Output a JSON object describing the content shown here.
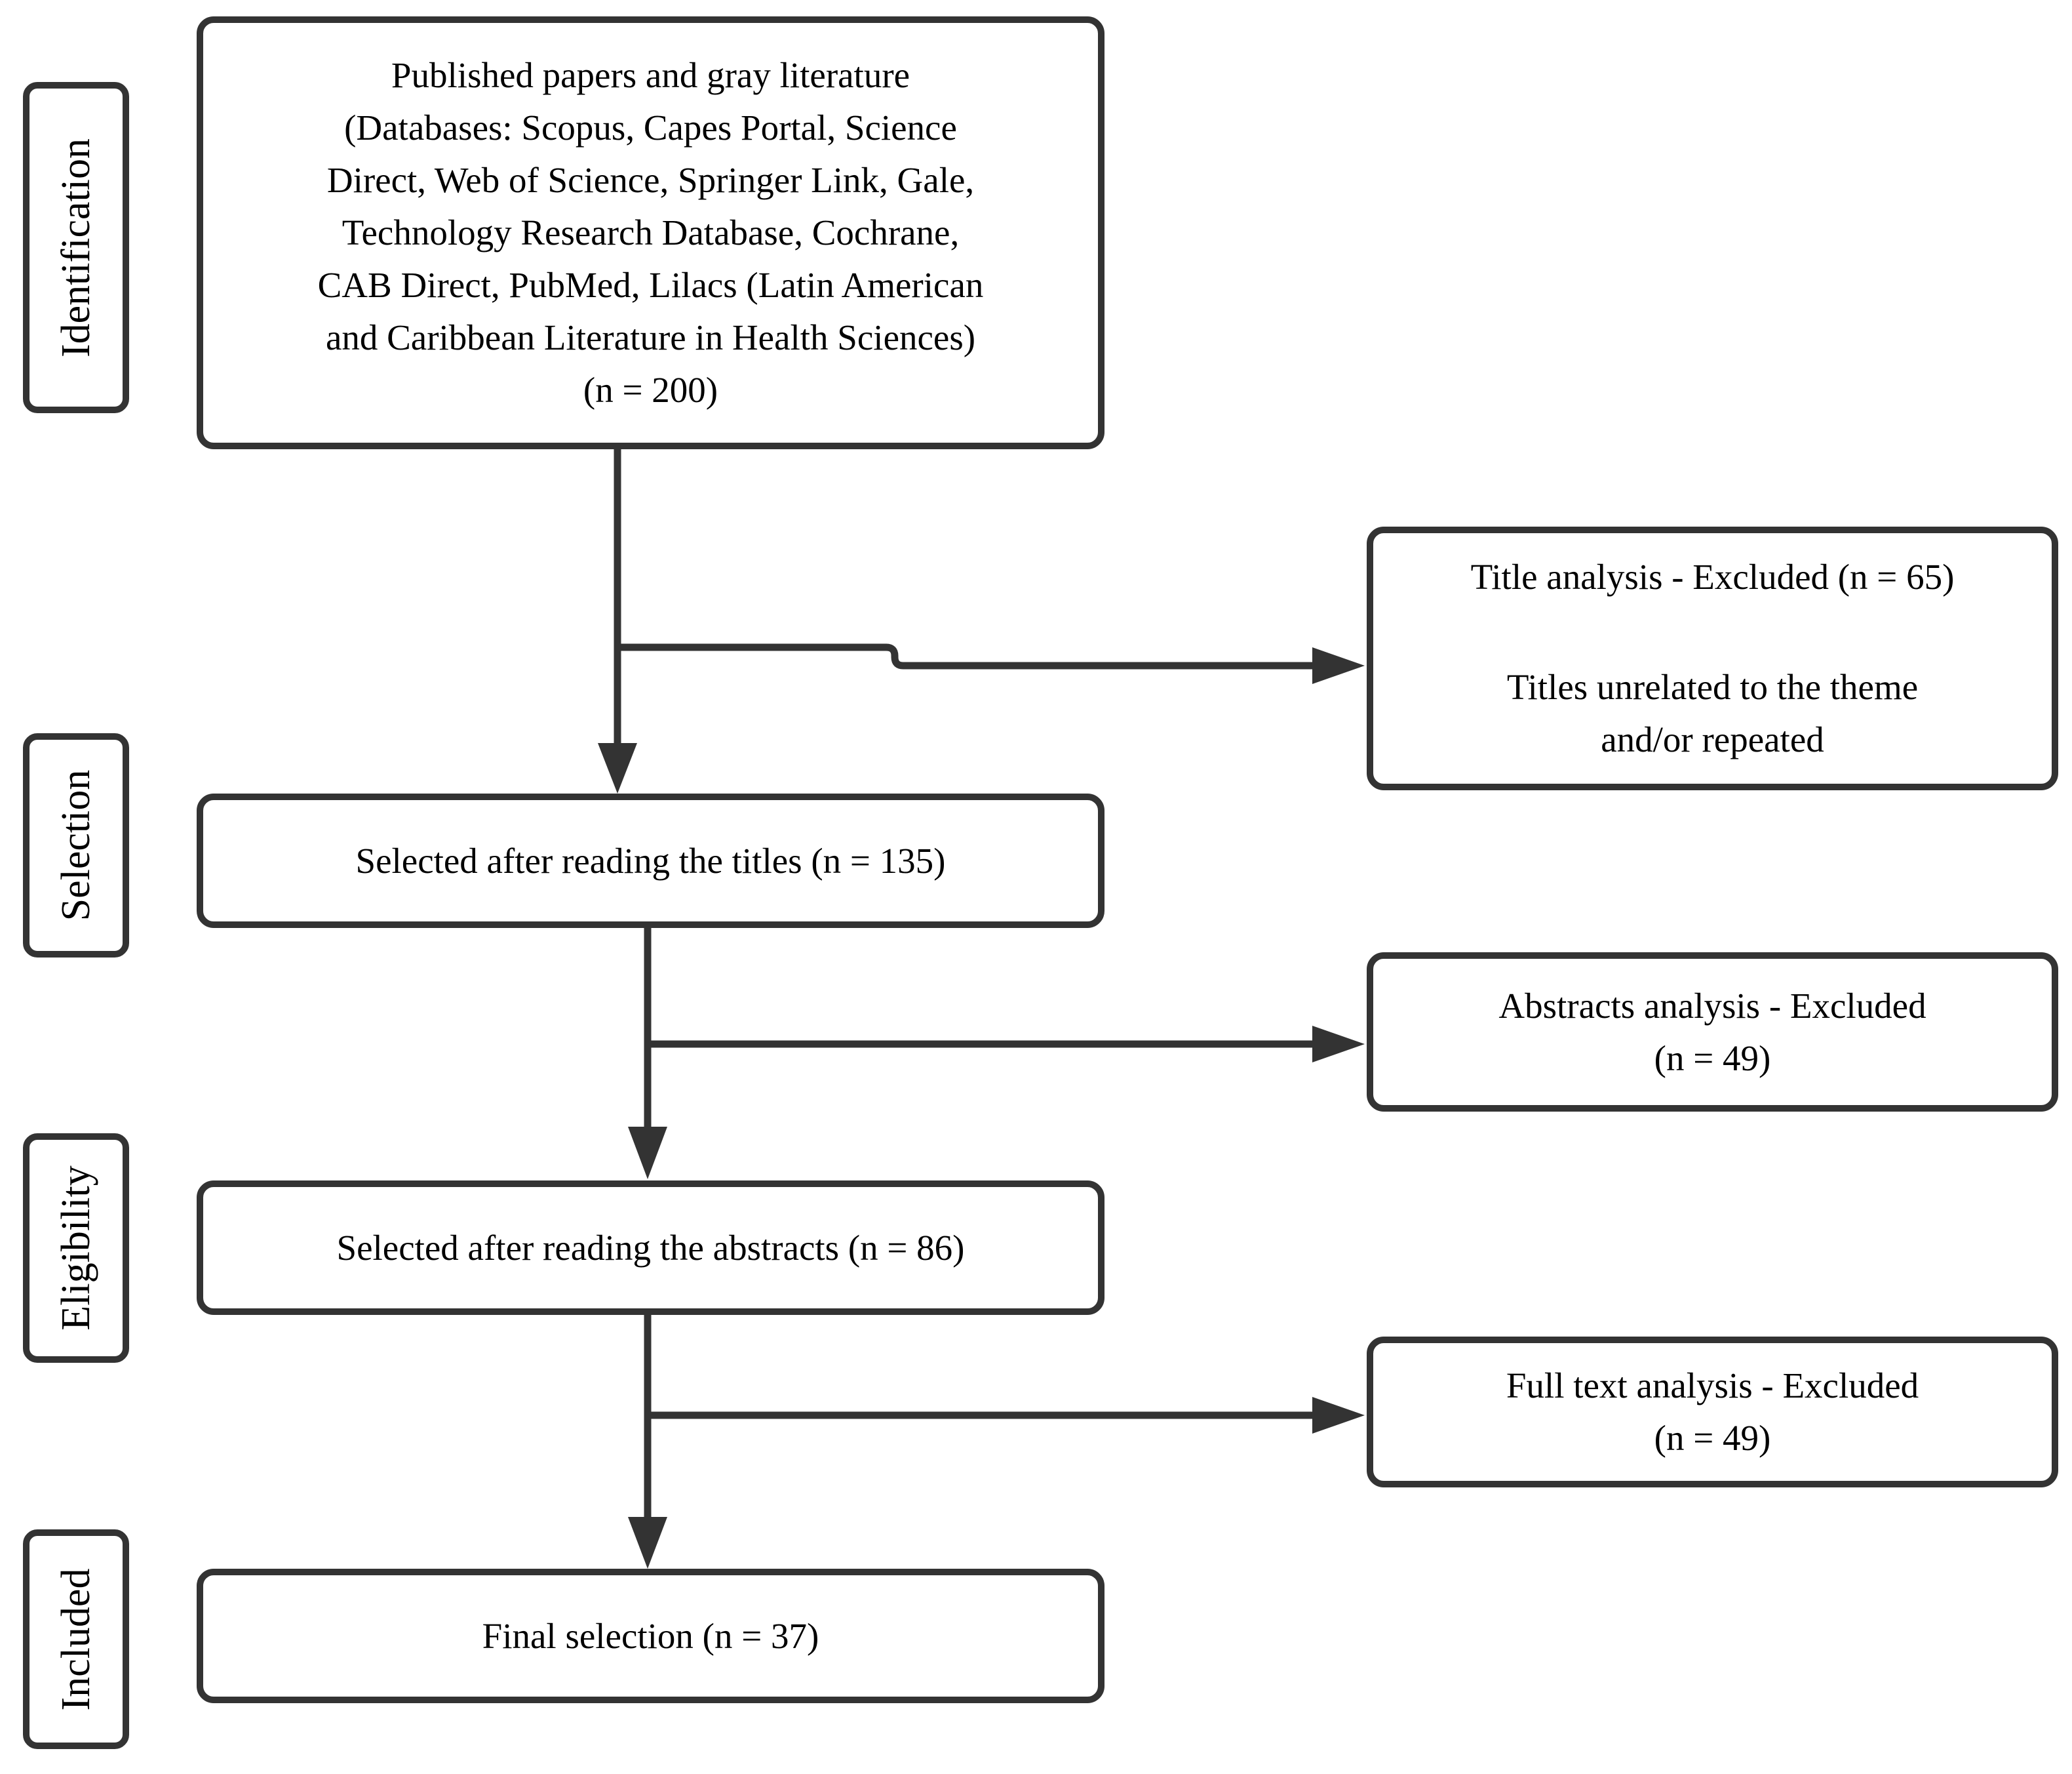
{
  "diagram": {
    "stage_labels": [
      {
        "label": "Identification"
      },
      {
        "label": "Selection"
      },
      {
        "label": "Eligibility"
      },
      {
        "label": "Included"
      }
    ],
    "flow_boxes": [
      {
        "text": "Published papers and gray literature\n(Databases: Scopus, Capes Portal, Science\nDirect, Web of Science, Springer Link, Gale,\nTechnology Research Database, Cochrane,\nCAB Direct, PubMed, Lilacs (Latin American\nand Caribbean Literature in Health Sciences)\n(n = 200)"
      },
      {
        "text": "Selected after reading the titles (n = 135)"
      },
      {
        "text": "Selected after reading the abstracts (n = 86)"
      },
      {
        "text": "Final selection (n = 37)"
      }
    ],
    "exclusion_boxes": [
      {
        "title": "Title analysis - Excluded (n = 65)",
        "detail": "Titles unrelated to the theme\nand/or repeated"
      },
      {
        "title": "Abstracts analysis - Excluded\n(n = 49)"
      },
      {
        "title": "Full text analysis - Excluded\n(n = 49)"
      }
    ],
    "colors": {
      "border": "#333333",
      "text": "#000000",
      "background": "#ffffff"
    }
  }
}
